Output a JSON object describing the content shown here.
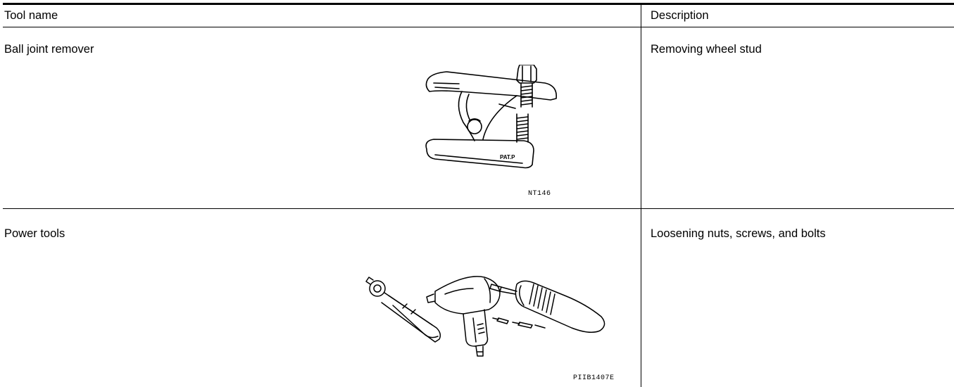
{
  "table": {
    "header": {
      "col1": "Tool name",
      "col2": "Description"
    },
    "rows": [
      {
        "tool_name": "Ball joint remover",
        "description": "Removing wheel stud",
        "figure_label": "PAT.P",
        "figure_code": "NT146",
        "icon": "ball-joint-remover-illustration"
      },
      {
        "tool_name": "Power tools",
        "description": "Loosening nuts, screws, and bolts",
        "figure_code": "PIIB1407E",
        "icon": "power-tools-illustration"
      }
    ]
  }
}
